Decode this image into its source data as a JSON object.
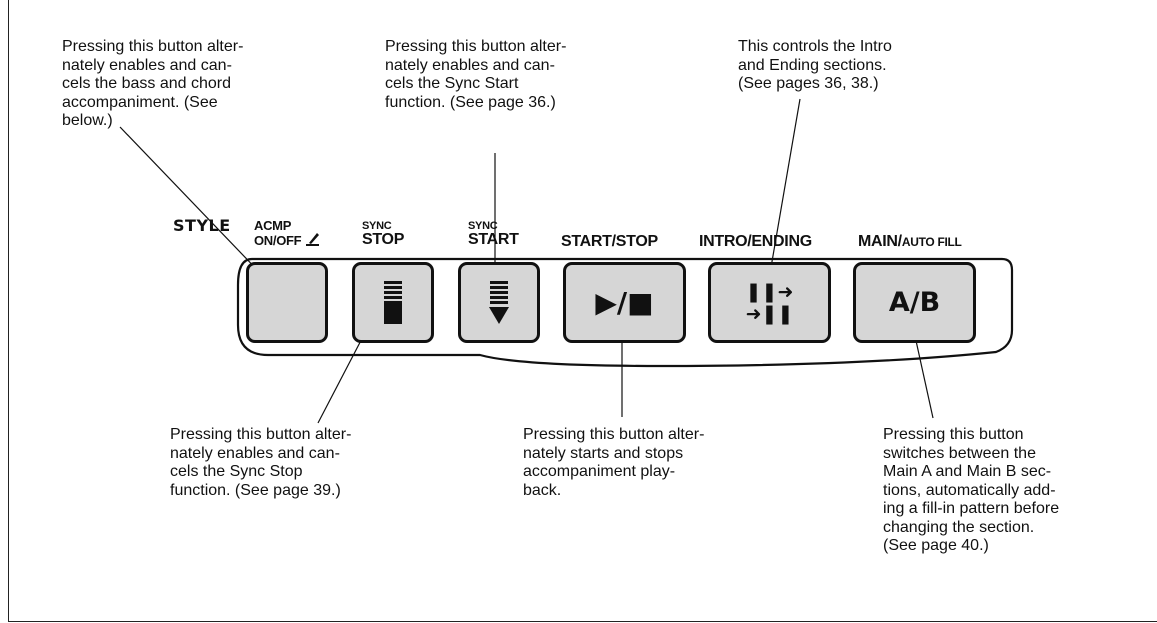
{
  "header": {
    "style": "STYLE",
    "acmp_top": "ACMP",
    "acmp_bottom": "ON/OFF",
    "sync_stop_top": "SYNC",
    "sync_stop_bottom": "STOP",
    "sync_start_top": "SYNC",
    "sync_start_bottom": "START",
    "start_stop": "START/STOP",
    "intro_ending": "INTRO/ENDING",
    "main": "MAIN/",
    "auto_fill": "AUTO FILL"
  },
  "buttons": {
    "start_stop_symbol": "▶/■",
    "intro_top": "❚❚➜",
    "intro_bottom": "➜❚❚",
    "ab": "A/B"
  },
  "descriptions": {
    "acmp": [
      "Pressing this button alter-",
      "nately enables and can-",
      "cels the bass and chord",
      "accompaniment. (See",
      "below.)"
    ],
    "sync_start": [
      "Pressing this button alter-",
      "nately enables and can-",
      "cels the Sync Start",
      "function.  (See page 36.)"
    ],
    "intro": [
      "This controls the Intro",
      "and Ending sections.",
      "(See pages 36, 38.)"
    ],
    "sync_stop": [
      "Pressing this button alter-",
      "nately enables and can-",
      "cels the Sync Stop",
      "function.  (See page 39.)"
    ],
    "start_stop": [
      "Pressing this button alter-",
      "nately starts and stops",
      "accompaniment play-",
      "back."
    ],
    "main": [
      "Pressing this button",
      "switches between the",
      "Main A and Main B sec-",
      "tions, automatically add-",
      "ing a fill-in pattern before",
      "changing the section.",
      "(See page 40.)"
    ]
  }
}
